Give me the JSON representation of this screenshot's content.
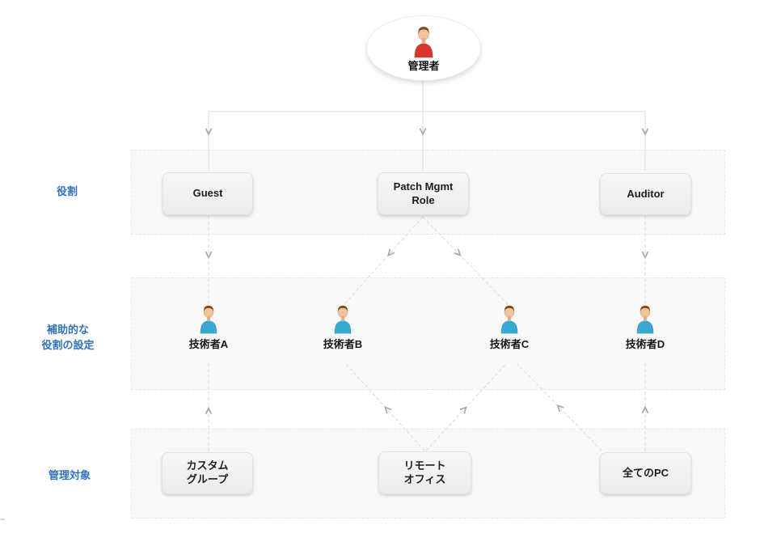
{
  "colors": {
    "row_label": "#3273b8",
    "band_fill": "#f8f8f8",
    "band_border": "#e6e6e6",
    "box_text": "#1c1c1c",
    "line": "#dcdcdc",
    "dashed_line": "#d9d9d9",
    "arrow": "#a8a8a8",
    "admin_shirt": "#d8382c",
    "tech_shirt": "#38a9cf"
  },
  "root": {
    "label": "管理者"
  },
  "rows": [
    {
      "id": "roles",
      "label": "役割",
      "nodes": [
        {
          "id": "guest",
          "label": "Guest"
        },
        {
          "id": "patch",
          "label": "Patch Mgmt\nRole"
        },
        {
          "id": "auditor",
          "label": "Auditor"
        }
      ]
    },
    {
      "id": "aux",
      "label": "補助的な\n役割の設定",
      "nodes": [
        {
          "id": "tech-a",
          "label": "技術者A"
        },
        {
          "id": "tech-b",
          "label": "技術者B"
        },
        {
          "id": "tech-c",
          "label": "技術者C"
        },
        {
          "id": "tech-d",
          "label": "技術者D"
        }
      ]
    },
    {
      "id": "targets",
      "label": "管理対象",
      "nodes": [
        {
          "id": "custom",
          "label": "カスタム\nグループ"
        },
        {
          "id": "remote",
          "label": "リモート\nオフィス"
        },
        {
          "id": "allpc",
          "label": "全てのPC"
        }
      ]
    }
  ],
  "connections": [
    {
      "from": "管理者",
      "to": "Guest",
      "style": "solid",
      "direction": "down"
    },
    {
      "from": "管理者",
      "to": "Patch Mgmt Role",
      "style": "solid",
      "direction": "down"
    },
    {
      "from": "管理者",
      "to": "Auditor",
      "style": "solid",
      "direction": "down"
    },
    {
      "from": "Guest",
      "to": "技術者A",
      "style": "dashed",
      "direction": "down"
    },
    {
      "from": "Patch Mgmt Role",
      "to": "技術者B",
      "style": "dashed",
      "direction": "down"
    },
    {
      "from": "Patch Mgmt Role",
      "to": "技術者C",
      "style": "dashed",
      "direction": "down"
    },
    {
      "from": "Auditor",
      "to": "技術者D",
      "style": "dashed",
      "direction": "down"
    },
    {
      "from": "カスタムグループ",
      "to": "技術者A",
      "style": "dashed",
      "direction": "up"
    },
    {
      "from": "リモートオフィス",
      "to": "技術者B",
      "style": "dashed",
      "direction": "up"
    },
    {
      "from": "リモートオフィス",
      "to": "技術者C",
      "style": "dashed",
      "direction": "up"
    },
    {
      "from": "全てのPC",
      "to": "技術者C",
      "style": "dashed",
      "direction": "up"
    },
    {
      "from": "全てのPC",
      "to": "技術者D",
      "style": "dashed",
      "direction": "up"
    }
  ]
}
